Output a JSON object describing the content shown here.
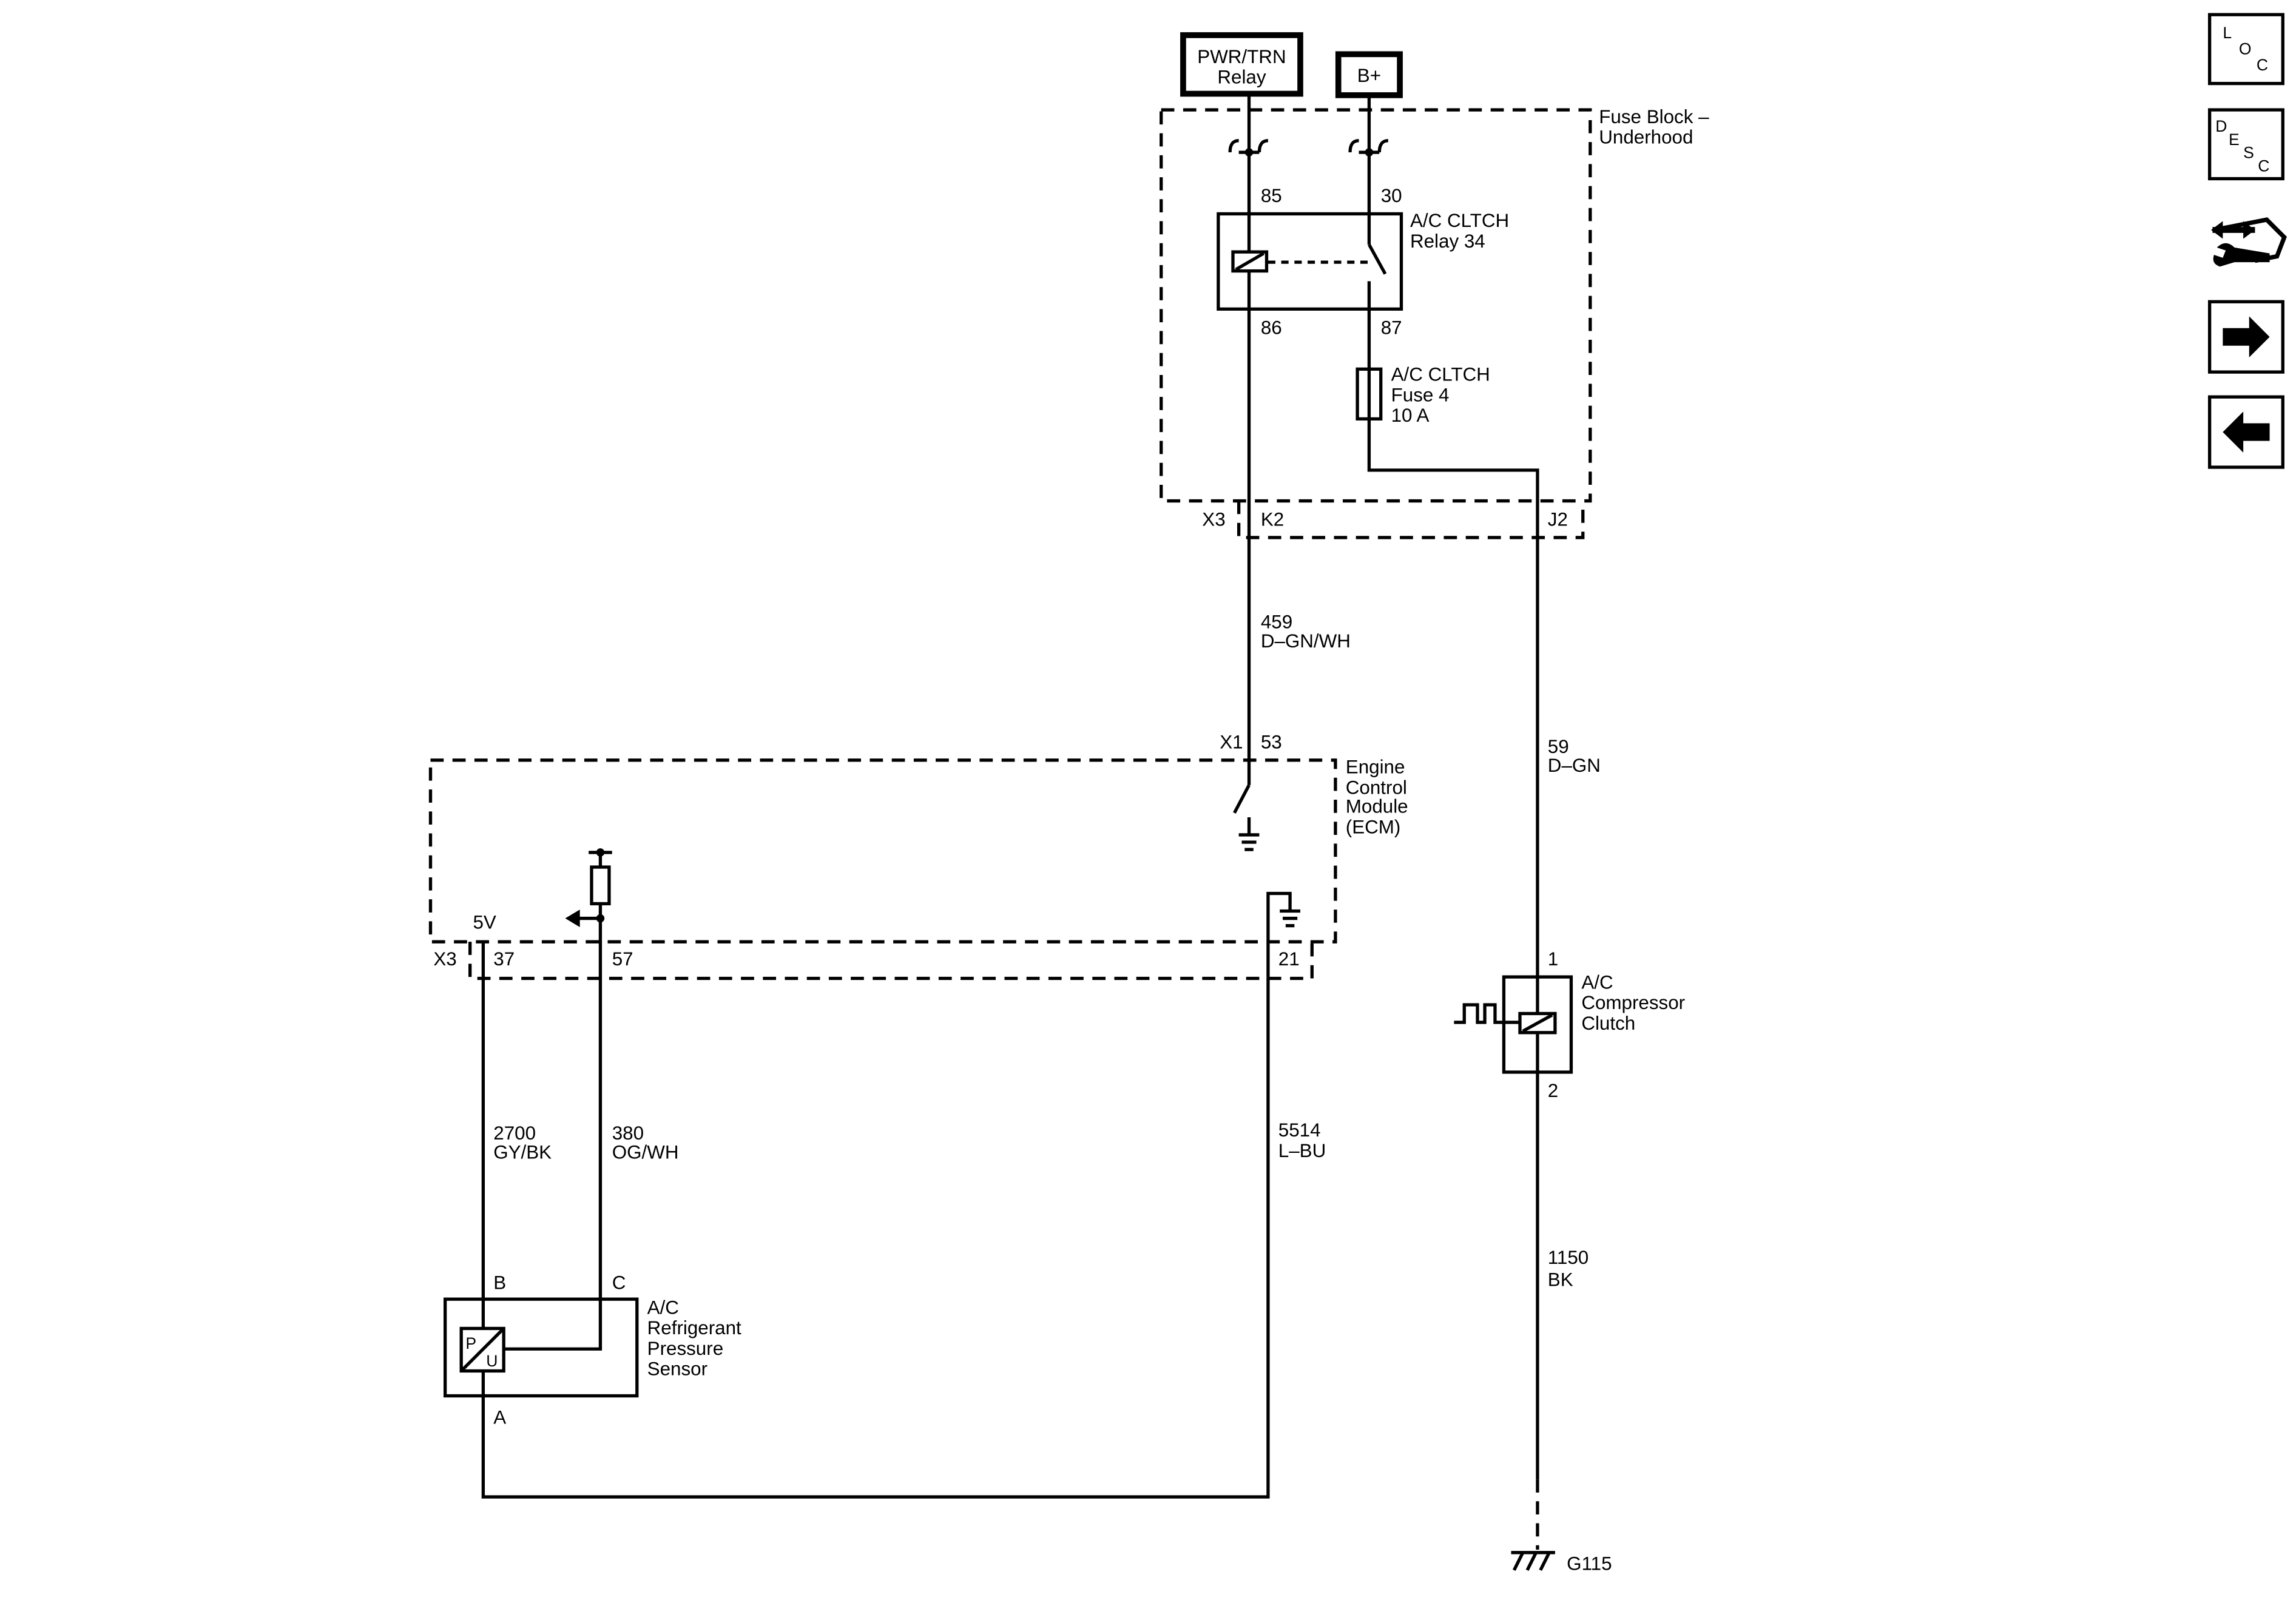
{
  "sources": {
    "pwr_trn_line1": "PWR/TRN",
    "pwr_trn_line2": "Relay",
    "b_plus": "B+"
  },
  "fuse_block": {
    "name_line1": "Fuse Block –",
    "name_line2": "Underhood",
    "relay": {
      "name_line1": "A/C CLTCH",
      "name_line2": "Relay 34",
      "pin_85": "85",
      "pin_30": "30",
      "pin_86": "86",
      "pin_87": "87"
    },
    "fuse": {
      "name_line1": "A/C CLTCH",
      "name_line2": "Fuse 4",
      "name_line3": "10 A"
    },
    "connector": "X3",
    "pin_k2": "K2",
    "pin_j2": "J2"
  },
  "wires": {
    "w459_num": "459",
    "w459_color": "D–GN/WH",
    "w59_num": "59",
    "w59_color": "D–GN",
    "w2700_num": "2700",
    "w2700_color": "GY/BK",
    "w380_num": "380",
    "w380_color": "OG/WH",
    "w5514_num": "5514",
    "w5514_color": "L–BU",
    "w1150_num": "1150",
    "w1150_color": "BK"
  },
  "ecm": {
    "name_line1": "Engine",
    "name_line2": "Control",
    "name_line3": "Module",
    "name_line4": "(ECM)",
    "connector_x1": "X1",
    "pin_53": "53",
    "connector_x3": "X3",
    "pin_37": "37",
    "pin_57": "57",
    "pin_21": "21",
    "ref_5v": "5V"
  },
  "compressor": {
    "name_line1": "A/C",
    "name_line2": "Compressor",
    "name_line3": "Clutch",
    "pin_1": "1",
    "pin_2": "2"
  },
  "sensor": {
    "name_line1": "A/C",
    "name_line2": "Refrigerant",
    "name_line3": "Pressure",
    "name_line4": "Sensor",
    "pin_b": "B",
    "pin_c": "C",
    "pin_a": "A",
    "glyph_p": "P",
    "glyph_u": "U"
  },
  "ground": {
    "name": "G115"
  },
  "nav": {
    "loc_l": "L",
    "loc_o": "O",
    "loc_c": "C",
    "desc_d": "D",
    "desc_e": "E",
    "desc_s": "S",
    "desc_c": "C",
    "icons": [
      "loc-icon",
      "desc-icon",
      "connector-tool-icon",
      "arrow-right-icon",
      "arrow-left-icon"
    ]
  }
}
